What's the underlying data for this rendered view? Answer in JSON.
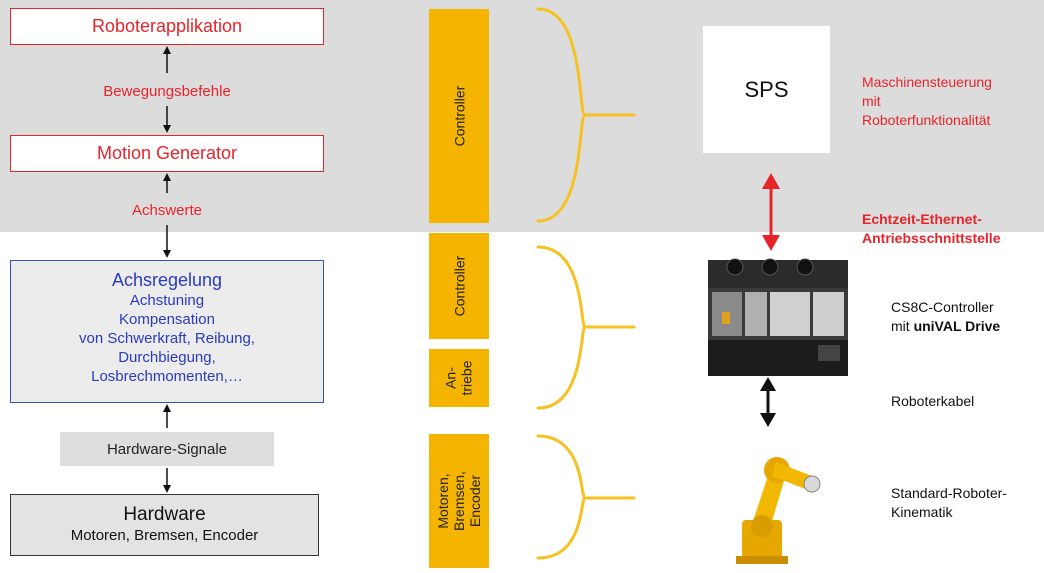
{
  "left_stack": {
    "roboterapplikation": "Roboterapplikation",
    "bewegungsbefehle": "Bewegungsbefehle",
    "motion_generator": "Motion Generator",
    "achswerte": "Achswerte",
    "achsregelung": {
      "title": "Achsregelung",
      "line1": "Achstuning",
      "line2": "Kompensation",
      "line3": "von Schwerkraft, Reibung,",
      "line4": "Durchbiegung,",
      "line5": "Losbrechmomenten,…"
    },
    "hardware_signale": "Hardware-Signale",
    "hardware": {
      "title": "Hardware",
      "subtitle": "Motoren, Bremsen, Encoder"
    }
  },
  "bars": {
    "controller_top": "Controller",
    "controller_mid": "Controller",
    "antriebe_line1": "An-",
    "antriebe_line2": "triebe",
    "motoren_line1": "Motoren,",
    "motoren_line2": "Bremsen,",
    "motoren_line3": "Encoder"
  },
  "right": {
    "sps": "SPS",
    "maschinen_line1": "Maschinensteuerung",
    "maschinen_line2": "mit",
    "maschinen_line3": "Roboterfunktionalität",
    "echtzeit_line1": "Echtzeit-Ethernet-",
    "echtzeit_line2": "Antriebsschnittstelle",
    "cs8c_line1": "CS8C-Controller",
    "cs8c_line2_prefix": "mit ",
    "cs8c_line2_bold": "uniVAL Drive",
    "roboterkabel": "Roboterkabel",
    "kinematik_line1": "Standard-Roboter-",
    "kinematik_line2": "Kinematik"
  },
  "colors": {
    "red": "#e8242b",
    "blue": "#2b3bbd",
    "yellow": "#f5b400",
    "grey_band": "#dcdcdc"
  }
}
